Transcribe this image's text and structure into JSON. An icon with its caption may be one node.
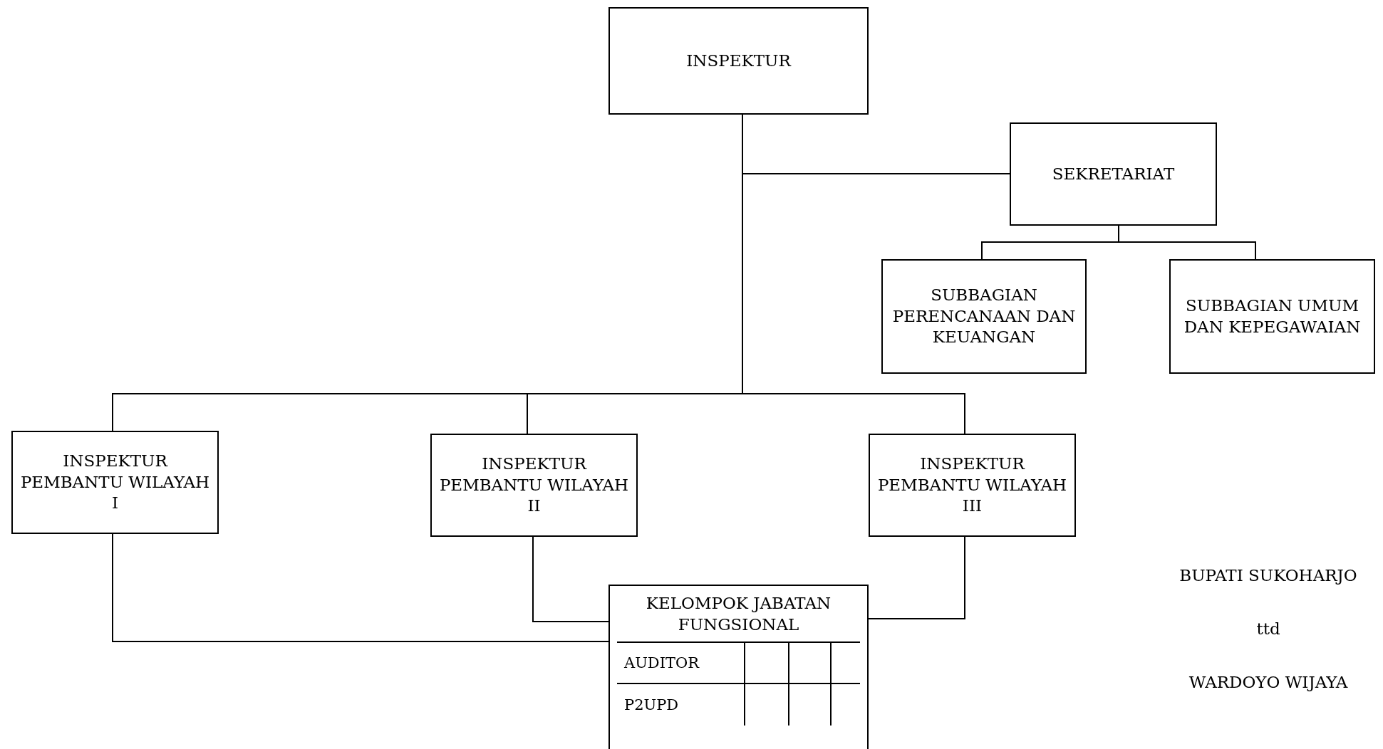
{
  "diagram": {
    "nodes": [
      {
        "text": [
          "INSPEKTUR"
        ]
      },
      {
        "text": [
          "SEKRETARIAT"
        ]
      },
      {
        "text": [
          "SUBBAGIAN PERENCANAAN DAN KEUANGAN"
        ]
      },
      {
        "text": [
          "SUBBAGIAN UMUM DAN KEPEGAWAIAN"
        ]
      },
      {
        "text": [
          "INSPEKTUR PEMBANTU WILAYAH I"
        ]
      },
      {
        "text": [
          "INSPEKTUR PEMBANTU WILAYAH II"
        ]
      },
      {
        "text": [
          "INSPEKTUR PEMBANTU WILAYAH III"
        ]
      },
      {
        "text": [
          "KELOMPOK JABATAN FUNGSIONAL",
          "AUDITOR",
          "P2UPD"
        ]
      }
    ],
    "edges": [
      {
        "from": 0,
        "to": 1,
        "arrow": "none"
      },
      {
        "from": 0,
        "to": 4,
        "arrow": "none"
      },
      {
        "from": 0,
        "to": 5,
        "arrow": "none"
      },
      {
        "from": 0,
        "to": 6,
        "arrow": "none"
      },
      {
        "from": 1,
        "to": 2,
        "arrow": "none"
      },
      {
        "from": 1,
        "to": 3,
        "arrow": "none"
      },
      {
        "from": 4,
        "to": 7,
        "arrow": "none"
      },
      {
        "from": 5,
        "to": 7,
        "arrow": "none"
      },
      {
        "from": 6,
        "to": 7,
        "arrow": "none"
      }
    ],
    "labels": [
      "BUPATI SUKOHARJO",
      "ttd",
      "WARDOYO WIJAYA"
    ]
  }
}
